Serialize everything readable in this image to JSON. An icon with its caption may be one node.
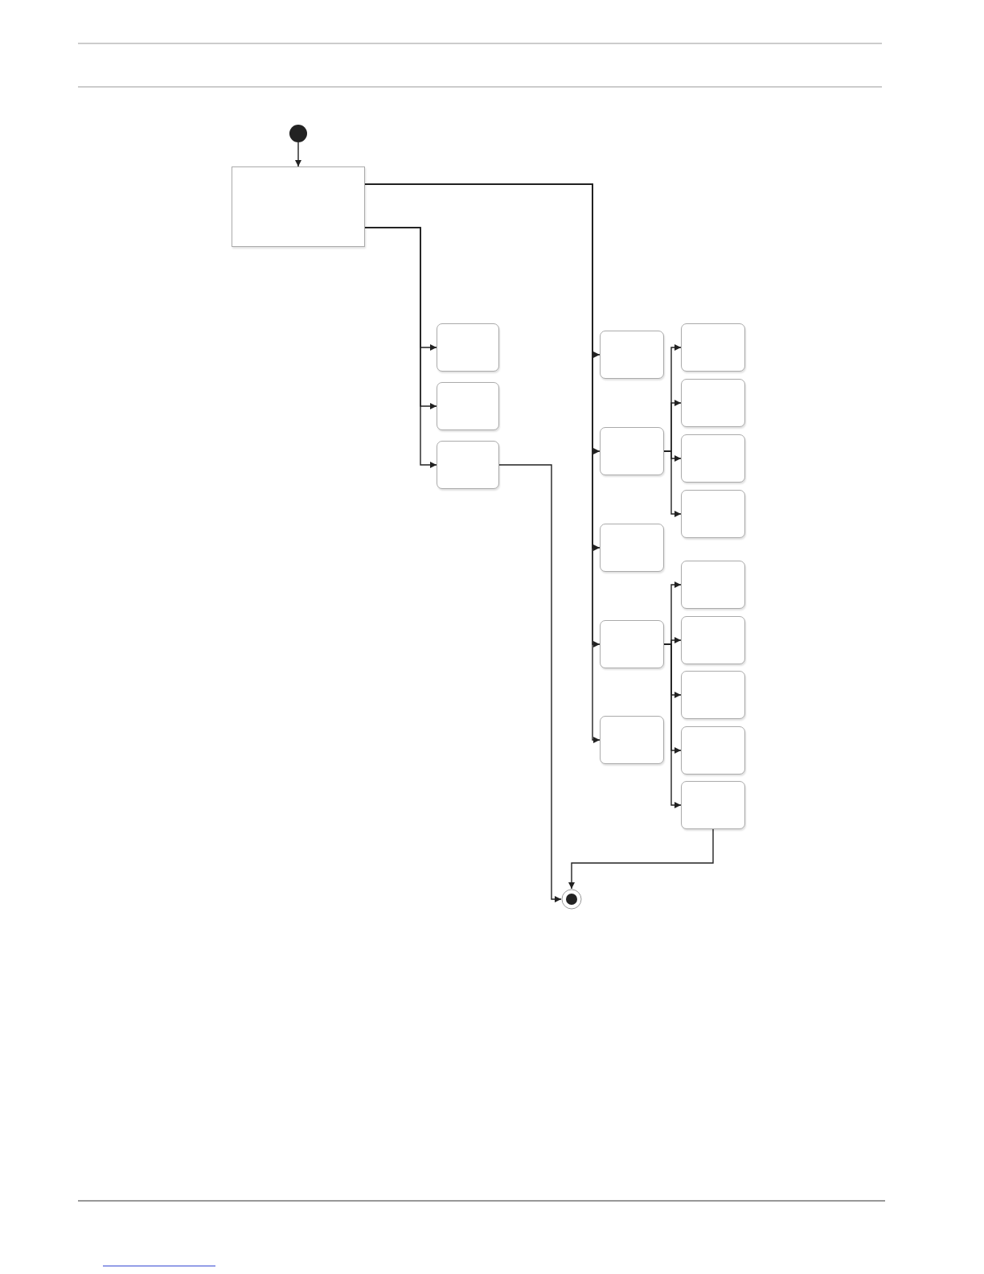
{
  "diagram": {
    "nodes": [
      {
        "text": [],
        "shape": "circle"
      },
      {
        "text": [],
        "shape": "box"
      },
      {
        "text": [],
        "shape": "box"
      },
      {
        "text": [],
        "shape": "box"
      },
      {
        "text": [],
        "shape": "box"
      },
      {
        "text": [],
        "shape": "box"
      },
      {
        "text": [],
        "shape": "box"
      },
      {
        "text": [],
        "shape": "box"
      },
      {
        "text": [],
        "shape": "box"
      },
      {
        "text": [],
        "shape": "box"
      },
      {
        "text": [],
        "shape": "box"
      },
      {
        "text": [],
        "shape": "box"
      },
      {
        "text": [],
        "shape": "box"
      },
      {
        "text": [],
        "shape": "box"
      },
      {
        "text": [],
        "shape": "box"
      },
      {
        "text": [],
        "shape": "box"
      },
      {
        "text": [],
        "shape": "box"
      },
      {
        "text": [],
        "shape": "box"
      },
      {
        "text": [],
        "shape": "box"
      },
      {
        "text": [],
        "shape": "circle"
      }
    ],
    "edges": [
      {
        "from": 0,
        "to": 1,
        "arrow": "to"
      },
      {
        "from": 1,
        "to": 2,
        "arrow": "to"
      },
      {
        "from": 1,
        "to": 3,
        "arrow": "to"
      },
      {
        "from": 1,
        "to": 4,
        "arrow": "to"
      },
      {
        "from": 1,
        "to": 5,
        "arrow": "to"
      },
      {
        "from": 1,
        "to": 6,
        "arrow": "to"
      },
      {
        "from": 1,
        "to": 7,
        "arrow": "to"
      },
      {
        "from": 1,
        "to": 8,
        "arrow": "to"
      },
      {
        "from": 1,
        "to": 9,
        "arrow": "to"
      },
      {
        "from": 6,
        "to": 10,
        "arrow": "to"
      },
      {
        "from": 6,
        "to": 11,
        "arrow": "to"
      },
      {
        "from": 6,
        "to": 12,
        "arrow": "to"
      },
      {
        "from": 6,
        "to": 13,
        "arrow": "to"
      },
      {
        "from": 8,
        "to": 14,
        "arrow": "to"
      },
      {
        "from": 8,
        "to": 15,
        "arrow": "to"
      },
      {
        "from": 8,
        "to": 16,
        "arrow": "to"
      },
      {
        "from": 8,
        "to": 17,
        "arrow": "to"
      },
      {
        "from": 8,
        "to": 18,
        "arrow": "to"
      },
      {
        "from": 4,
        "to": 19,
        "arrow": "to"
      },
      {
        "from": 18,
        "to": 19,
        "arrow": "to"
      }
    ]
  }
}
